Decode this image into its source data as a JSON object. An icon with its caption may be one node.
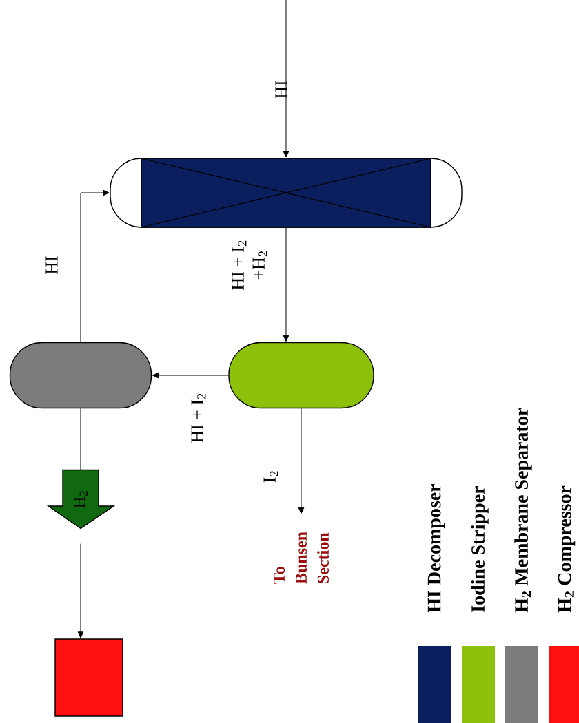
{
  "diagram": {
    "nodes": [
      {
        "text": [],
        "shape": "cylinder"
      },
      {
        "text": [],
        "shape": "capsule"
      },
      {
        "text": [],
        "shape": "capsule"
      },
      {
        "text": [],
        "shape": "box"
      },
      {
        "text": [
          "To Bunsen Section"
        ]
      },
      {
        "text": [
          "H$_{2}$"
        ]
      }
    ],
    "edges": [
      {
        "from": null,
        "to": 0,
        "arrow": "to",
        "label": "HI"
      },
      {
        "from": 0,
        "to": 2,
        "arrow": "to",
        "label": "HI + I$_{2}$ +H$_{2}$"
      },
      {
        "from": 2,
        "to": 1,
        "arrow": "to",
        "label": "HI + I$_{2}$"
      },
      {
        "from": 1,
        "to": 0,
        "arrow": "to",
        "label": "HI"
      },
      {
        "from": 2,
        "to": 4,
        "arrow": "to",
        "label": "I$_{2}$"
      },
      {
        "from": 1,
        "to": 5,
        "arrow": "none"
      },
      {
        "from": 5,
        "to": 3,
        "arrow": "to"
      }
    ],
    "legend": [
      {
        "text": "HI Decomposer",
        "color": "#0b1f5e"
      },
      {
        "text": "Iodine Stripper",
        "color": "#8cc00a"
      },
      {
        "text": "H$_{2}$ Membrane Separator",
        "color": "#7c7c7c"
      },
      {
        "text": "H$_{2}$ Compressor",
        "color": "#ff1010"
      }
    ]
  }
}
